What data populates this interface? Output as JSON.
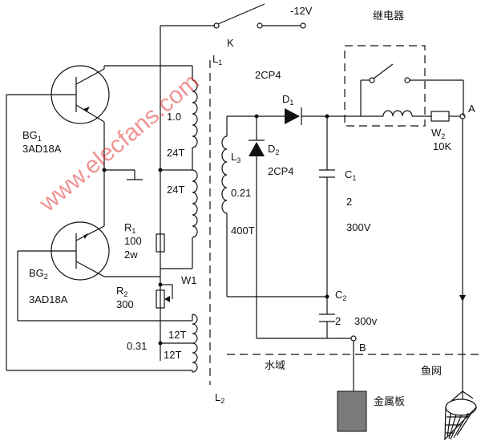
{
  "labels": {
    "supply": "-12V",
    "relay": "继电器",
    "switch_k": "K",
    "l1": "L",
    "l1_sub": "1",
    "l1_ratio": "1.0",
    "l1_turns_top": "24T",
    "l1_turns_bottom": "24T",
    "d_rect_top": "2CP4",
    "d1": "D",
    "d1_sub": "1",
    "d2": "D",
    "d2_sub": "2",
    "d2_model": "2CP4",
    "l3": "L",
    "l3_sub": "3",
    "l3_wire": "0.21",
    "l3_turns": "400T",
    "c1": "C",
    "c1_sub": "1",
    "c1_value": "2",
    "c1_voltage": "300V",
    "c2": "C",
    "c2_sub": "2",
    "c2_value": "2",
    "c2_voltage": "300v",
    "bg1": "BG",
    "bg1_sub": "1",
    "bg1_model": "3AD18A",
    "bg2": "BG",
    "bg2_sub": "2",
    "bg2_model": "3AD18A",
    "r1": "R",
    "r1_sub": "1",
    "r1_value": "100",
    "r1_power": "2w",
    "r2": "R",
    "r2_sub": "2",
    "r2_value": "300",
    "w1": "W1",
    "w2": "W",
    "w2_sub": "2",
    "w2_value": "10K",
    "fb_wire": "0.31",
    "fb_turns_top": "12T",
    "fb_turns_bottom": "12T",
    "l2": "L",
    "l2_sub": "2",
    "node_a": "A",
    "node_b": "B",
    "water": "水域",
    "fishnet": "鱼网",
    "metal_plate": "金属板",
    "watermark": "www.elecfans.com"
  },
  "colors": {
    "line": "#111111",
    "watermark": "#e23a3a",
    "metal_plate": "#7a7a7a"
  }
}
